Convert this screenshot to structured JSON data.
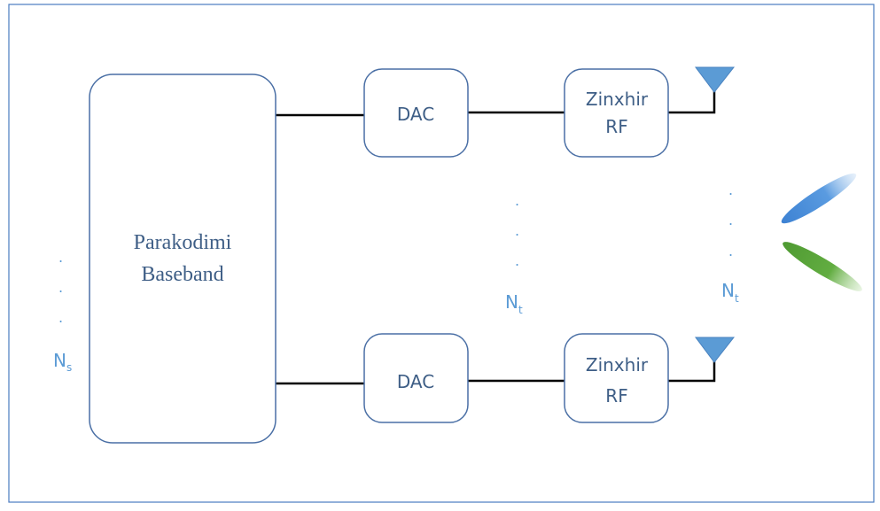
{
  "diagram": {
    "baseband_block": {
      "line1": "Parakodimi",
      "line2": "Baseband"
    },
    "dac_top": "DAC",
    "dac_bottom": "DAC",
    "rf_top": {
      "line1": "Zinxhir",
      "line2": "RF"
    },
    "rf_bottom": {
      "line1": "Zinxhir",
      "line2": "RF"
    },
    "streams_label": {
      "base": "N",
      "sub": "s"
    },
    "chains_label": {
      "base": "N",
      "sub": "t"
    },
    "antennas_label": {
      "base": "N",
      "sub": "t"
    },
    "ellipsis_dot": "."
  },
  "colors": {
    "border": "#4a7cc0",
    "block_stroke": "#4a6fa5",
    "text": "#3e5e86",
    "label_blue": "#5b9bd5",
    "antenna": "#5b9bd5",
    "beam_blue": "#4f8fd6",
    "beam_green": "#5ea83f",
    "wire": "#000000"
  }
}
